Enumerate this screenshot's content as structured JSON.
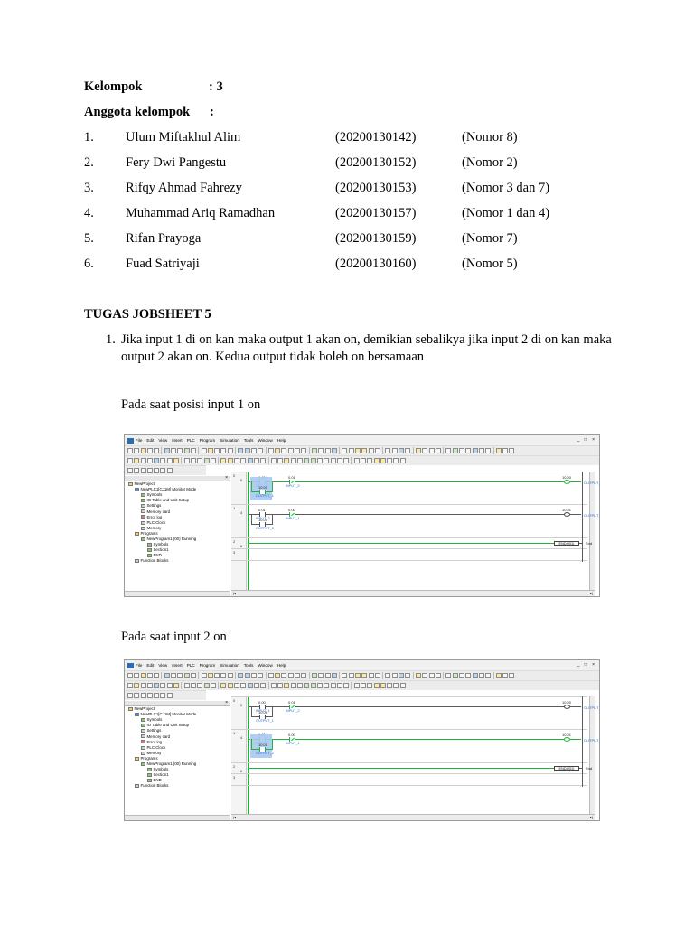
{
  "header": {
    "group_label": "Kelompok",
    "group_value": ": 3",
    "members_label": "Anggota kelompok",
    "members_colon": ":"
  },
  "members": [
    {
      "no": "1.",
      "name": "Ulum Miftakhul Alim",
      "nim": "(20200130142)",
      "nomor": "(Nomor 8)"
    },
    {
      "no": "2.",
      "name": "Fery Dwi Pangestu",
      "nim": "(20200130152)",
      "nomor": "(Nomor 2)"
    },
    {
      "no": "3.",
      "name": "Rifqy Ahmad Fahrezy",
      "nim": "(20200130153)",
      "nomor": "(Nomor 3 dan 7)"
    },
    {
      "no": "4.",
      "name": "Muhammad Ariq Ramadhan",
      "nim": "(20200130157)",
      "nomor": "(Nomor 1 dan 4)"
    },
    {
      "no": "5.",
      "name": "Rifan Prayoga",
      "nim": "(20200130159)",
      "nomor": "(Nomor 7)"
    },
    {
      "no": "6.",
      "name": "Fuad Satriyaji",
      "nim": "(20200130160)",
      "nomor": "(Nomor 5)"
    }
  ],
  "task": {
    "title": "TUGAS JOBSHEET 5",
    "item_no": "1.",
    "item_text": "Jika input 1 di on kan maka output 1 akan on, demikian sebalikya jika input 2 di on kan maka output 2  akan on. Kedua output tidak boleh on bersamaan",
    "caption_1": "Pada saat posisi input 1 on",
    "caption_2": "Pada saat input 2 on"
  },
  "app": {
    "menu": [
      "File",
      "Edit",
      "View",
      "Insert",
      "PLC",
      "Program",
      "Simulation",
      "Tools",
      "Window",
      "Help"
    ],
    "window_controls": "_ □ ×",
    "tree_close": "×"
  },
  "tree": [
    "NewProject",
    "NewPLC1[CJ1M] Monitor Mode",
    "Symbols",
    "IO Table and Unit Setup",
    "Settings",
    "Memory card",
    "Error log",
    "PLC Clock",
    "Memory",
    "Programs",
    "NewProgram1 (00) Running",
    "Symbols",
    "Section1",
    "END",
    "Function Blocks"
  ],
  "ladder": {
    "rung_numbers": [
      "0",
      "1",
      "2",
      "3"
    ],
    "step_numbers": [
      "0",
      "4",
      "8"
    ],
    "rung0": {
      "contact_a_addr": "0.00",
      "contact_a_sym": "INPUT_1",
      "contact_b_addr": "0.01",
      "contact_b_sym": "INPUT_2",
      "hold_addr": "10.00",
      "hold_sym": "OUTPUT_1",
      "coil_addr": "10.00",
      "coil_sym": "OUTPUT_1"
    },
    "rung1": {
      "contact_a_addr": "0.01",
      "contact_a_sym": "INPUT_2",
      "contact_b_addr": "0.00",
      "contact_b_sym": "INPUT_1",
      "hold_addr": "10.01",
      "hold_sym": "OUTPUT_2",
      "coil_addr": "10.01",
      "coil_sym": "OUTPUT_2"
    },
    "end_box": "END(001)",
    "end_label": "End",
    "scroll_left": "|◂",
    "scroll_right": "▸|"
  },
  "states": {
    "shot1": {
      "rung0_active": true,
      "rung1_active": false
    },
    "shot2": {
      "rung0_active": false,
      "rung1_active": true
    }
  }
}
